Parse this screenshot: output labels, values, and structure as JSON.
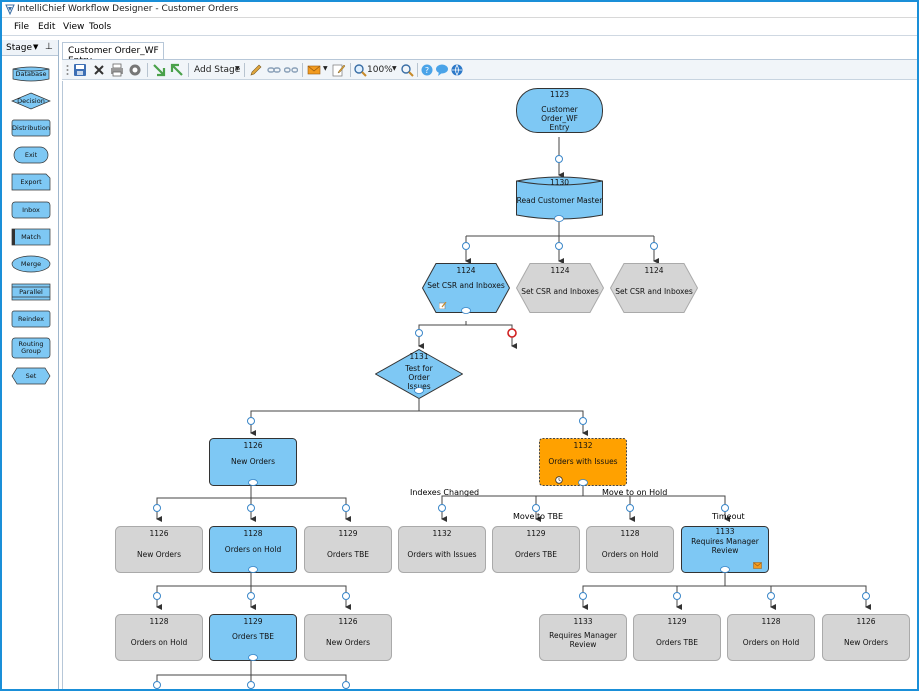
{
  "window": {
    "title": "IntelliChief Workflow Designer - Customer Orders"
  },
  "menu": {
    "items": [
      "File",
      "Edit",
      "View",
      "Tools"
    ]
  },
  "stage_panel": {
    "title": "Stage",
    "palette": [
      "Database",
      "Decision",
      "Distribution",
      "Exit",
      "Export",
      "Inbox",
      "Match",
      "Merge",
      "Parallel",
      "Reindex",
      "Routing Group",
      "Set"
    ]
  },
  "document_tab": {
    "label": "Customer Order_WF Entry"
  },
  "toolbar": {
    "add_stage_label": "Add Stage",
    "zoom_label": "100%",
    "icons": [
      "save-icon",
      "delete-icon",
      "print-icon",
      "settings-icon",
      "import-icon",
      "export-icon",
      "add-stage-dropdown",
      "edit-icon",
      "link-icon",
      "unlink-icon",
      "email-icon",
      "email-dropdown",
      "edit-note-icon",
      "zoom-icon",
      "zoom-dropdown",
      "search-icon",
      "help-icon",
      "chat-icon",
      "web-icon"
    ]
  },
  "colors": {
    "accent_blue": "#7ec8f4",
    "highlight_orange": "#ffa100",
    "inactive_gray": "#d5d5d5",
    "connector": "#444444"
  },
  "workflow": {
    "nodes": [
      {
        "id": "1123",
        "label": "Customer Order_WF Entry",
        "shape": "rounded",
        "state": "active"
      },
      {
        "id": "1130",
        "label": "Read Customer Master",
        "shape": "database",
        "state": "active"
      },
      {
        "id": "1124",
        "label": "Set CSR and Inboxes",
        "shape": "hexagon",
        "state": "active"
      },
      {
        "id": "1124",
        "label": "Set CSR and Inboxes",
        "shape": "hexagon",
        "state": "inactive"
      },
      {
        "id": "1124",
        "label": "Set CSR and Inboxes",
        "shape": "hexagon",
        "state": "inactive"
      },
      {
        "id": "1131",
        "label": "Test for Order Issues",
        "shape": "diamond",
        "state": "active"
      },
      {
        "id": "1126",
        "label": "New Orders",
        "shape": "rect",
        "state": "active"
      },
      {
        "id": "1132",
        "label": "Orders with Issues",
        "shape": "rect",
        "state": "selected"
      },
      {
        "id": "1126",
        "label": "New Orders",
        "shape": "rect",
        "state": "inactive"
      },
      {
        "id": "1128",
        "label": "Orders on Hold",
        "shape": "rect",
        "state": "active"
      },
      {
        "id": "1129",
        "label": "Orders TBE",
        "shape": "rect",
        "state": "inactive"
      },
      {
        "id": "1132",
        "label": "Orders with Issues",
        "shape": "rect",
        "state": "inactive"
      },
      {
        "id": "1129",
        "label": "Orders TBE",
        "shape": "rect",
        "state": "inactive"
      },
      {
        "id": "1128",
        "label": "Orders on Hold",
        "shape": "rect",
        "state": "inactive"
      },
      {
        "id": "1133",
        "label": "Requires Manager Review",
        "shape": "rect",
        "state": "active"
      },
      {
        "id": "1128",
        "label": "Orders on Hold",
        "shape": "rect",
        "state": "inactive"
      },
      {
        "id": "1129",
        "label": "Orders TBE",
        "shape": "rect",
        "state": "active"
      },
      {
        "id": "1126",
        "label": "New Orders",
        "shape": "rect",
        "state": "inactive"
      },
      {
        "id": "1133",
        "label": "Requires Manager Review",
        "shape": "rect",
        "state": "inactive"
      },
      {
        "id": "1129",
        "label": "Orders TBE",
        "shape": "rect",
        "state": "inactive"
      },
      {
        "id": "1128",
        "label": "Orders on Hold",
        "shape": "rect",
        "state": "inactive"
      },
      {
        "id": "1126",
        "label": "New Orders",
        "shape": "rect",
        "state": "inactive"
      }
    ],
    "edge_labels": [
      "Indexes Changed",
      "Move to TBE",
      "Move to on Hold",
      "Timeout"
    ]
  }
}
